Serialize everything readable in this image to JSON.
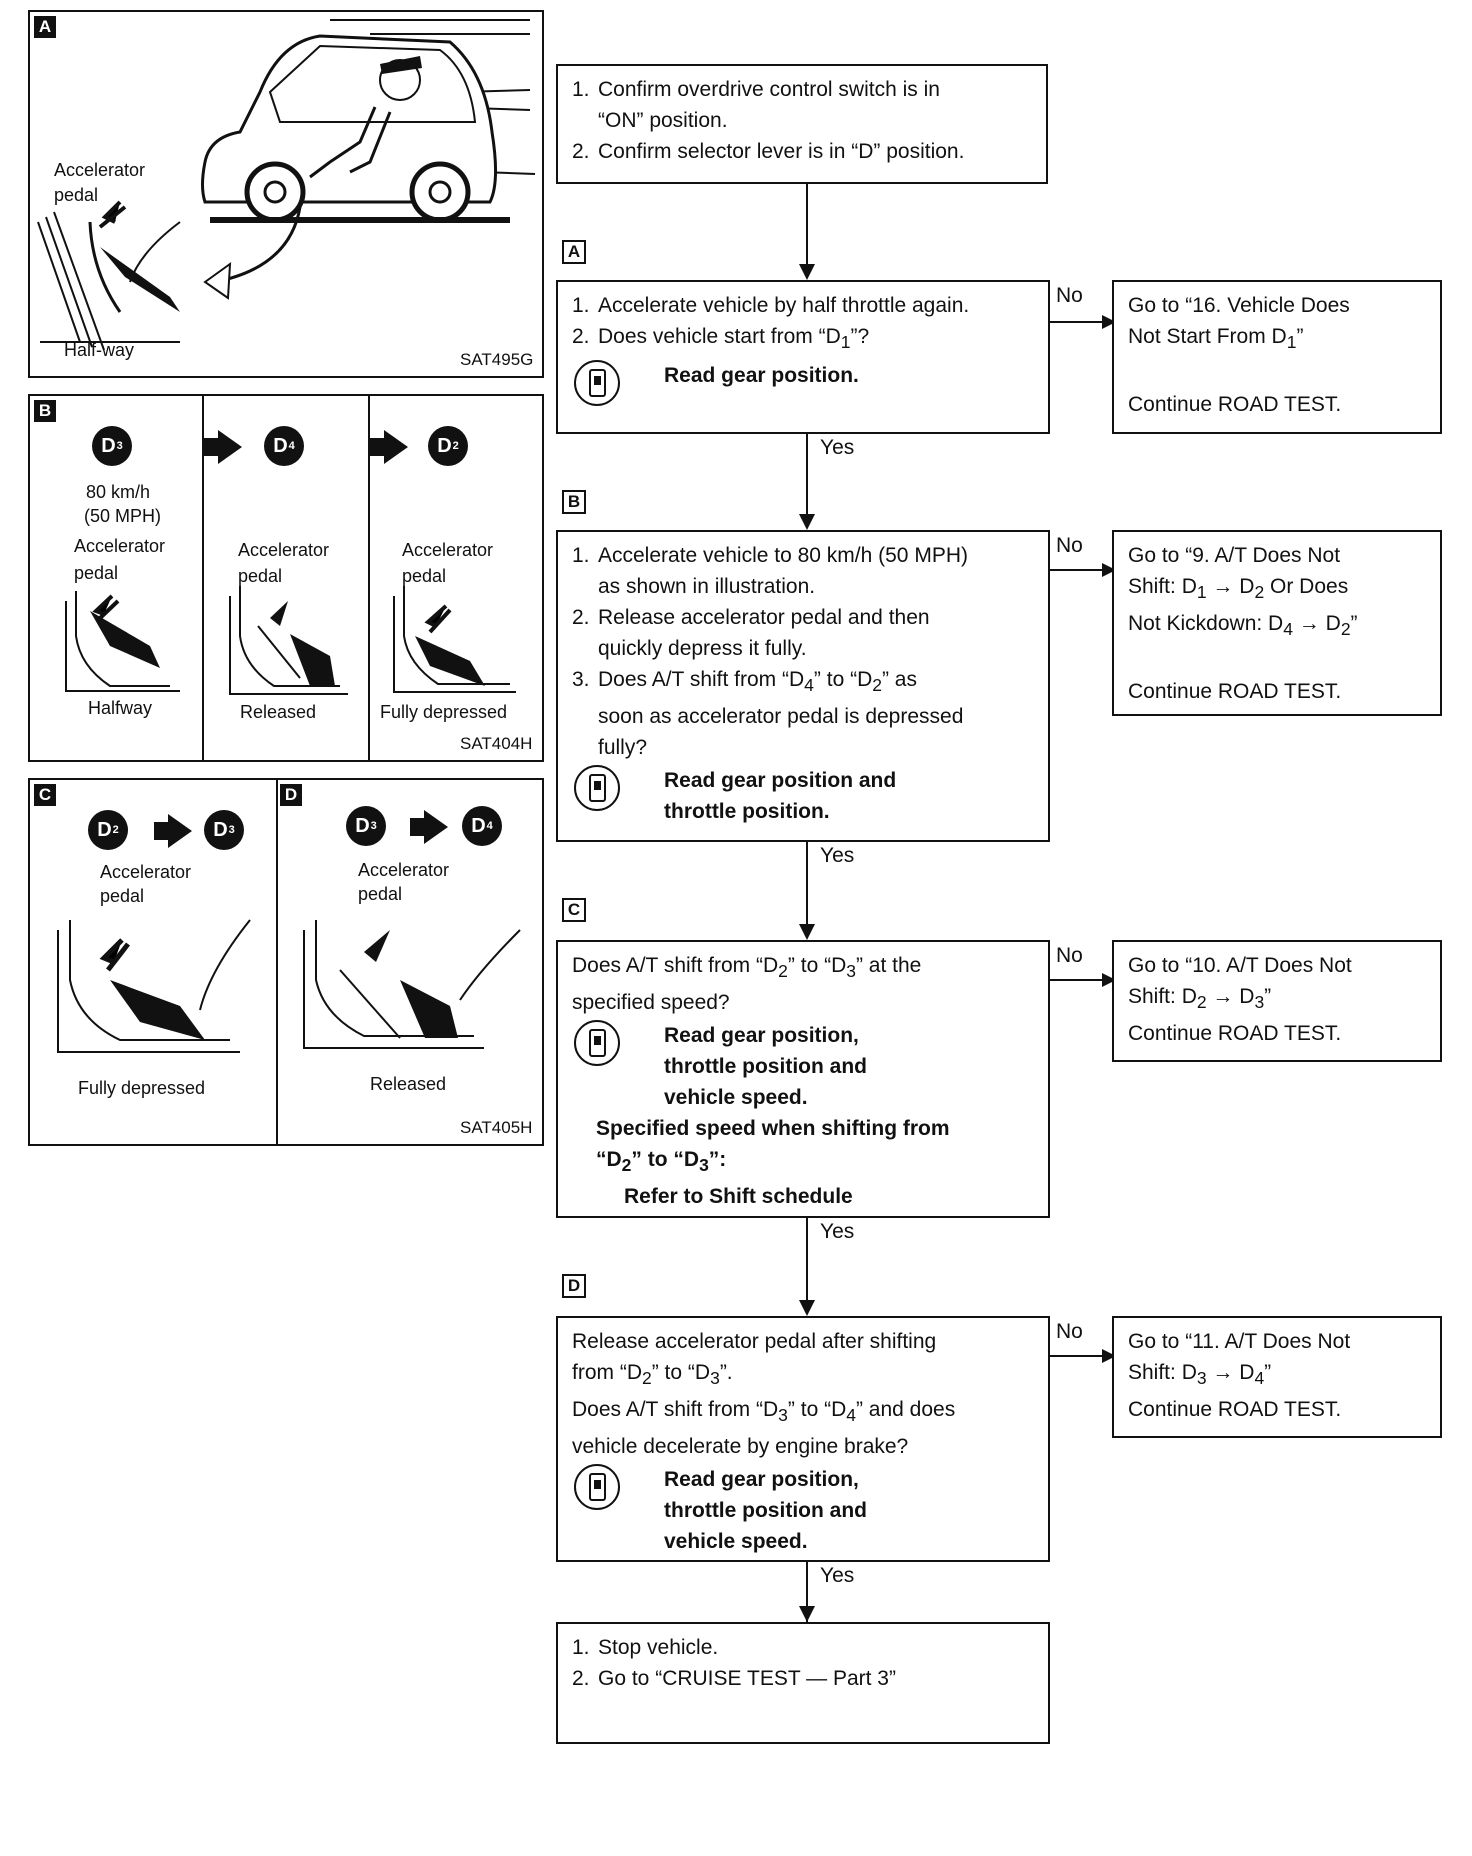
{
  "panels": {
    "a": {
      "tag": "A",
      "label_line1": "Accelerator",
      "label_line2": "pedal",
      "caption": "Half-way",
      "code": "SAT495G"
    },
    "b": {
      "tag": "B",
      "code": "SAT404H",
      "cols": [
        {
          "gear": "D",
          "sub": "3",
          "speed_line1": "80 km/h",
          "speed_line2": "(50 MPH)",
          "label_line1": "Accelerator",
          "label_line2": "pedal",
          "caption": "Halfway"
        },
        {
          "gear": "D",
          "sub": "4",
          "label_line1": "Accelerator",
          "label_line2": "pedal",
          "caption": "Released"
        },
        {
          "gear": "D",
          "sub": "2",
          "label_line1": "Accelerator",
          "label_line2": "pedal",
          "caption": "Fully depressed"
        }
      ]
    },
    "c": {
      "tag": "C",
      "from": "D",
      "from_sub": "2",
      "to": "D",
      "to_sub": "3",
      "label_line1": "Accelerator",
      "label_line2": "pedal",
      "caption": "Fully depressed"
    },
    "d": {
      "tag": "D",
      "from": "D",
      "from_sub": "3",
      "to": "D",
      "to_sub": "4",
      "label_line1": "Accelerator",
      "label_line2": "pedal",
      "caption": "Released",
      "code": "SAT405H"
    }
  },
  "flow": {
    "start": {
      "line1_num": "1.",
      "line1": "Confirm overdrive control switch is in",
      "line1b": "“ON” position.",
      "line2_num": "2.",
      "line2": "Confirm selector lever is in “D” position."
    },
    "step_a": {
      "tag": "A",
      "line1_num": "1.",
      "line1": "Accelerate vehicle by half throttle again.",
      "line2_num": "2.",
      "line2_pre": "Does vehicle start from “D",
      "line2_sub": "1",
      "line2_post": "”?",
      "read": "Read gear position.",
      "no": "No",
      "yes": "Yes",
      "result_line1": "Go to “16. Vehicle Does",
      "result_line2_pre": "Not Start From D",
      "result_line2_sub": "1",
      "result_line2_post": "”",
      "result_line3": "Continue ROAD TEST."
    },
    "step_b": {
      "tag": "B",
      "line1_num": "1.",
      "line1": "Accelerate vehicle to 80 km/h (50 MPH)",
      "line1b": "as shown in illustration.",
      "line2_num": "2.",
      "line2": "Release accelerator pedal and then",
      "line2b": "quickly depress it fully.",
      "line3_num": "3.",
      "line3_pre": "Does A/T shift from “D",
      "line3_sub1": "4",
      "line3_mid": "” to “D",
      "line3_sub2": "2",
      "line3_post": "” as",
      "line3b": "soon as accelerator pedal is depressed",
      "line3c": "fully?",
      "read_line1": "Read gear position and",
      "read_line2": "throttle position.",
      "no": "No",
      "yes": "Yes",
      "result_line1": "Go to “9. A/T Does Not",
      "result_line2_pre": "Shift: D",
      "result_line2_sub1": "1",
      "result_line2_mid": " → D",
      "result_line2_sub2": "2",
      "result_line2_post": " Or Does",
      "result_line3_pre": "Not Kickdown: D",
      "result_line3_sub1": "4",
      "result_line3_mid": " → D",
      "result_line3_sub2": "2",
      "result_line3_post": "”",
      "result_line4": "Continue ROAD TEST."
    },
    "step_c": {
      "tag": "C",
      "line1_pre": "Does A/T shift from “D",
      "line1_sub1": "2",
      "line1_mid": "” to “D",
      "line1_sub2": "3",
      "line1_post": "” at the",
      "line1b": "specified speed?",
      "read_line1": "Read gear position,",
      "read_line2": "throttle position and",
      "read_line3": "vehicle speed.",
      "spec_line1": "Specified speed when shifting from",
      "spec_line2_pre": "“D",
      "spec_line2_sub1": "2",
      "spec_line2_mid": "” to “D",
      "spec_line2_sub2": "3",
      "spec_line2_post": "”:",
      "spec_line3": "Refer to Shift schedule",
      "no": "No",
      "yes": "Yes",
      "result_line1": "Go to “10. A/T Does Not",
      "result_line2_pre": "Shift: D",
      "result_line2_sub1": "2",
      "result_line2_mid": " → D",
      "result_line2_sub2": "3",
      "result_line2_post": "”",
      "result_line3": "Continue ROAD TEST."
    },
    "step_d": {
      "tag": "D",
      "line1": "Release accelerator pedal after shifting",
      "line2_pre": "from “D",
      "line2_sub1": "2",
      "line2_mid": "” to “D",
      "line2_sub2": "3",
      "line2_post": "”.",
      "line3_pre": "Does A/T shift from “D",
      "line3_sub1": "3",
      "line3_mid": "” to “D",
      "line3_sub2": "4",
      "line3_post": "” and does",
      "line4": "vehicle decelerate by engine brake?",
      "read_line1": "Read gear position,",
      "read_line2": "throttle position and",
      "read_line3": "vehicle speed.",
      "no": "No",
      "yes": "Yes",
      "result_line1": "Go to “11. A/T Does Not",
      "result_line2_pre": "Shift: D",
      "result_line2_sub1": "3",
      "result_line2_mid": " → D",
      "result_line2_sub2": "4",
      "result_line2_post": "”",
      "result_line3": "Continue ROAD TEST."
    },
    "end": {
      "line1_num": "1.",
      "line1": "Stop vehicle.",
      "line2_num": "2.",
      "line2": "Go to “CRUISE TEST — Part 3”"
    }
  }
}
